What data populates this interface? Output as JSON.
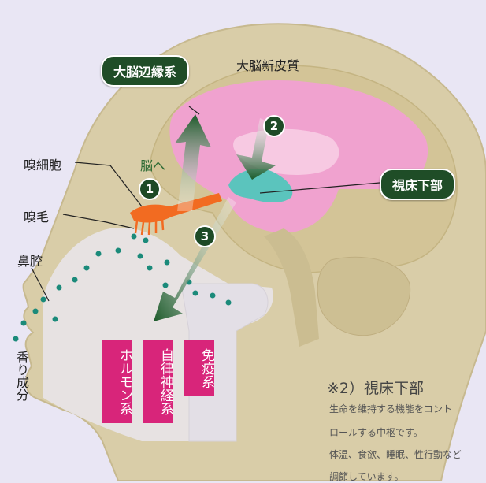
{
  "labels": {
    "limbic": "大脳辺縁系",
    "neocortex": "大脳新皮質",
    "olfactory_cell": "嗅細胞",
    "olfactory_hair": "嗅毛",
    "nasal_cavity": "鼻腔",
    "to_brain": "脳へ",
    "hypothalamus": "視床下部",
    "aroma_components": "香り成分"
  },
  "steps": [
    "1",
    "2",
    "3"
  ],
  "systems": [
    "ホルモン系",
    "自律神経系",
    "免疫系"
  ],
  "note": {
    "title": "※2）視床下部",
    "lines": [
      "生命を維持する機能をコント",
      "ロールする中枢です。",
      "体温、食欲、睡眠、性行動など",
      "調節しています。"
    ]
  },
  "colors": {
    "background": "#e9e6f4",
    "head": "#d9cda8",
    "brain_pink": "#f0a2cf",
    "hypothalamus": "#5bc4bd",
    "olfactory": "#f26b21",
    "pill_green": "#1f4d27",
    "system_magenta": "#d8257a",
    "dots": "#1b8a7a"
  }
}
